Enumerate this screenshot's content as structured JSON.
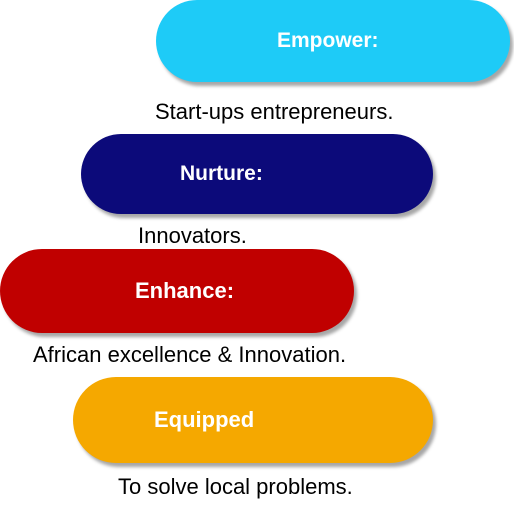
{
  "stages": [
    {
      "label": "Empower:",
      "caption": "Start-ups entrepreneurs.",
      "color": "#1ECBF7"
    },
    {
      "label": "Nurture:",
      "caption": "Innovators.",
      "color": "#0C0A7A"
    },
    {
      "label": "Enhance:",
      "caption": "African excellence & Innovation.",
      "color": "#C00000"
    },
    {
      "label": "Equipped",
      "caption": "To solve local problems.",
      "color": "#F5A800"
    }
  ]
}
